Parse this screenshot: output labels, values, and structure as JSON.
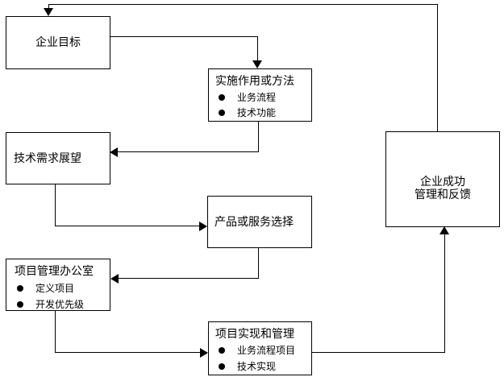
{
  "diagram": {
    "background_color": "#ffffff",
    "line_color": "#000000",
    "type": "flowchart",
    "boxes": [
      {
        "id": "enterprise-goals",
        "title": "企业目标",
        "bullets": []
      },
      {
        "id": "implementation-method",
        "title": "实施作用或方法",
        "bullets": [
          "业务流程",
          "技术功能"
        ]
      },
      {
        "id": "tech-requirements-outlook",
        "title": "技术需求展望",
        "bullets": []
      },
      {
        "id": "product-service-selection",
        "title": "产品或服务选择",
        "bullets": []
      },
      {
        "id": "pmo",
        "title": "项目管理办公室",
        "bullets": [
          "定义项目",
          "开发优先级"
        ]
      },
      {
        "id": "project-implementation-management",
        "title": "项目实现和管理",
        "bullets": [
          "业务流程项目",
          "技术实现"
        ]
      },
      {
        "id": "enterprise-success-feedback",
        "title_line1": "企业成功",
        "title_line2": "管理和反馈",
        "bullets": []
      }
    ],
    "connections": [
      {
        "from": "enterprise-success-feedback",
        "to": "enterprise-goals"
      },
      {
        "from": "enterprise-goals",
        "to": "implementation-method"
      },
      {
        "from": "implementation-method",
        "to": "tech-requirements-outlook"
      },
      {
        "from": "tech-requirements-outlook",
        "to": "product-service-selection"
      },
      {
        "from": "product-service-selection",
        "to": "pmo"
      },
      {
        "from": "pmo",
        "to": "project-implementation-management"
      },
      {
        "from": "project-implementation-management",
        "to": "enterprise-success-feedback"
      }
    ]
  }
}
